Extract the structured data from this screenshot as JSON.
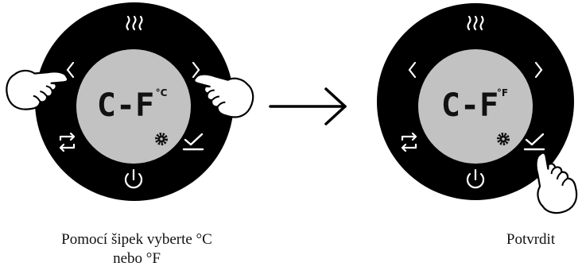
{
  "colors": {
    "dial": "#000000",
    "display": "#c2c2c2",
    "icon": "#ffffff",
    "text": "#111111"
  },
  "left_panel": {
    "display_text": "C-F",
    "unit": "°C",
    "caption_line1": "Pomocí šipek vyberte °C",
    "caption_line2": "nebo °F",
    "icons": [
      "heat-icon",
      "chevron-left-icon",
      "chevron-right-icon",
      "swap-icon",
      "gear-icon",
      "check-icon",
      "power-icon"
    ],
    "hands": [
      "pointing-hand-left-icon",
      "pointing-hand-right-icon"
    ]
  },
  "arrow": "right-arrow-icon",
  "right_panel": {
    "display_text": "C-F",
    "unit": "°F",
    "caption": "Potvrdit",
    "icons": [
      "heat-icon",
      "chevron-left-icon",
      "chevron-right-icon",
      "swap-icon",
      "gear-icon",
      "check-icon",
      "power-icon"
    ],
    "hands": [
      "pointing-hand-icon"
    ]
  }
}
